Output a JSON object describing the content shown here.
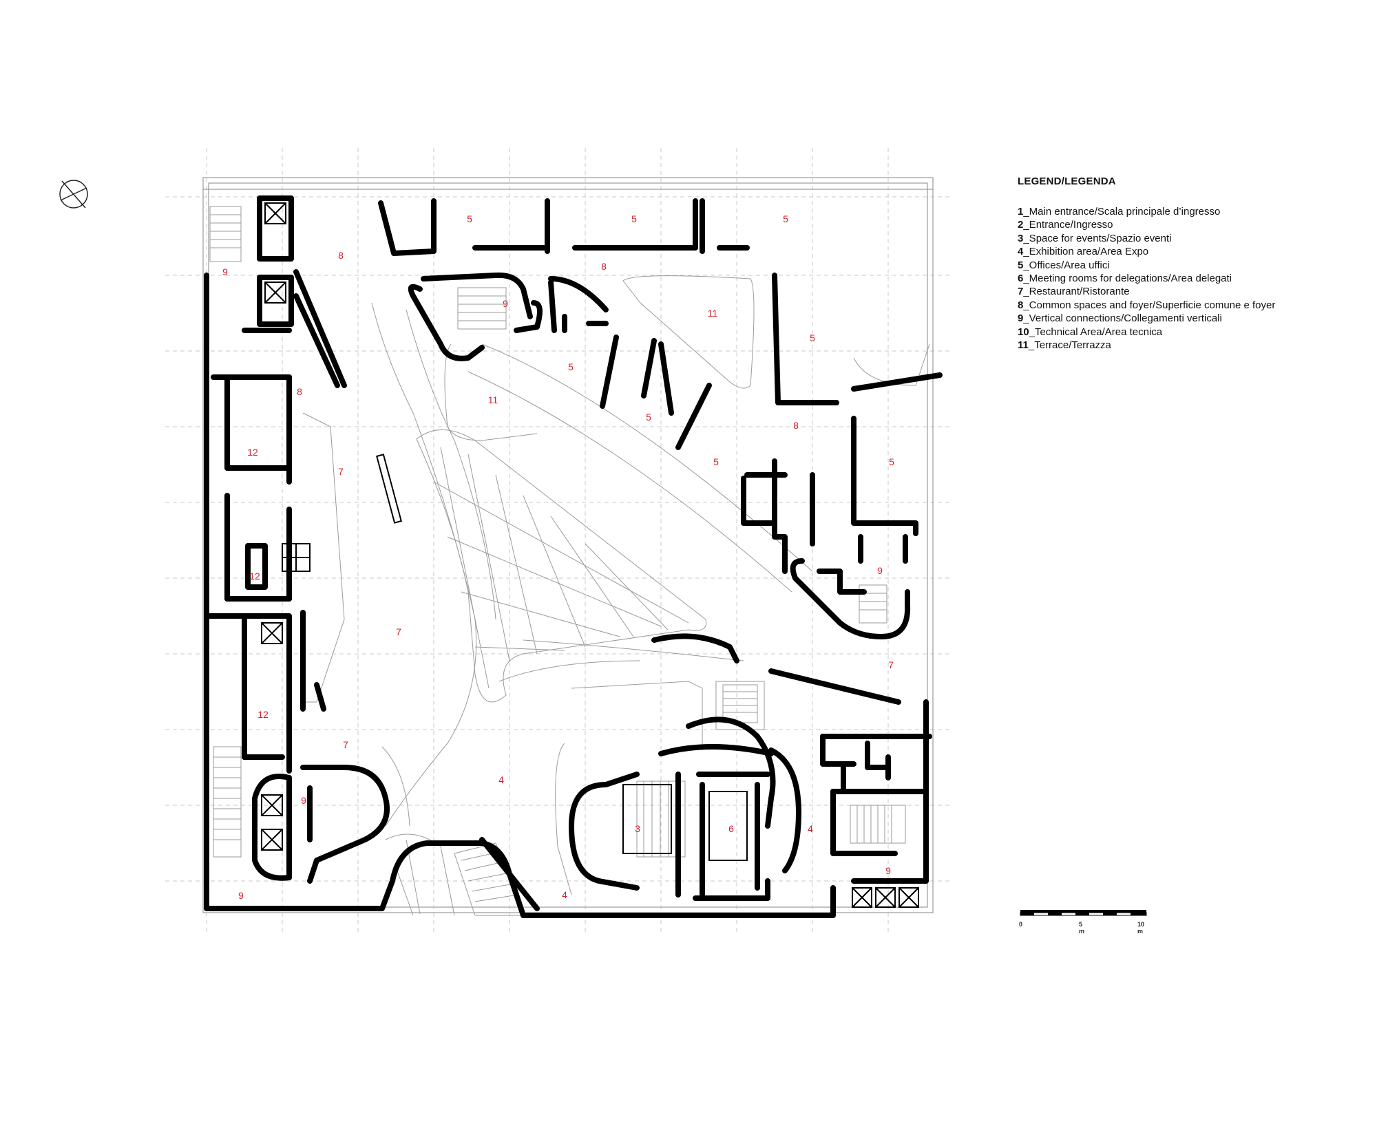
{
  "legend": {
    "title": "LEGEND/LEGENDA",
    "items": [
      {
        "num": "1",
        "text": "_Main entrance/Scala principale d’ingresso"
      },
      {
        "num": "2",
        "text": "_Entrance/Ingresso"
      },
      {
        "num": "3",
        "text": "_Space for events/Spazio eventi"
      },
      {
        "num": "4",
        "text": "_Exhibition area/Area Expo"
      },
      {
        "num": "5",
        "text": "_Offices/Area uffici"
      },
      {
        "num": "6",
        "text": "_Meeting rooms for delegations/Area delegati"
      },
      {
        "num": "7",
        "text": "_Restaurant/Ristorante"
      },
      {
        "num": "8",
        "text": "_Common spaces and foyer/Superficie comune e foyer"
      },
      {
        "num": "9",
        "text": "_Vertical connections/Collegamenti verticali"
      },
      {
        "num": "10",
        "text": "_Technical Area/Area tecnica"
      },
      {
        "num": "11",
        "text": "_Terrace/Terrazza"
      }
    ]
  },
  "scale": {
    "labels": [
      "0",
      "5 m",
      "10 m"
    ]
  },
  "rooms": {
    "r01": "5",
    "r02": "5",
    "r03": "5",
    "r04": "8",
    "r05": "9",
    "r06": "8",
    "r07": "9",
    "r08": "11",
    "r09": "5",
    "r10": "5",
    "r11": "11",
    "r12": "8",
    "r13": "12",
    "r14": "7",
    "r15": "5",
    "r16": "5",
    "r17": "8",
    "r18": "5",
    "r19": "12",
    "r20": "9",
    "r21": "7",
    "r22": "7",
    "r23": "12",
    "r24": "7",
    "r25": "9",
    "r26": "4",
    "r27": "3",
    "r28": "6",
    "r29": "4",
    "r30": "9",
    "r31": "4",
    "r32": "9"
  },
  "colors": {
    "walls": "#000000",
    "fine_lines": "#9a9a9a",
    "grid": "#c8c8c8",
    "room_labels": "#d4202a"
  },
  "icons": [
    "north-arrow-icon"
  ]
}
